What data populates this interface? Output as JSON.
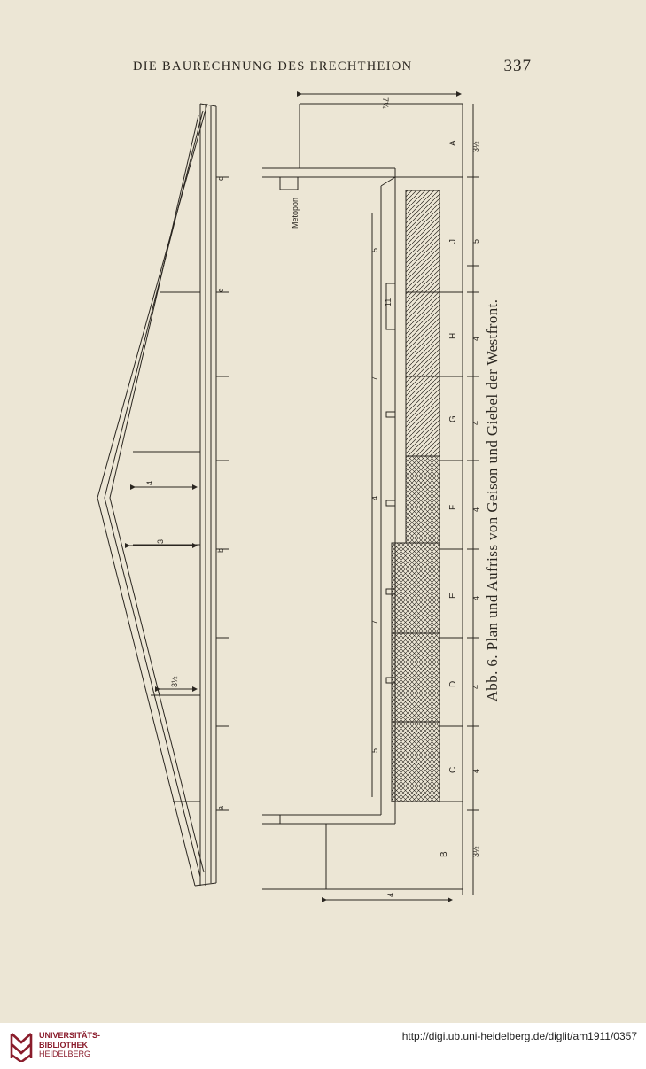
{
  "header": {
    "running_title": "DIE BAURECHNUNG DES ERECHTHEION",
    "page_number": "337"
  },
  "figure": {
    "caption": "Abb. 6. Plan und Aufriss von Geison und Giebel der Westfront.",
    "pediment_letters": [
      "d",
      "c",
      "b",
      "a"
    ],
    "pediment_dims": [
      "4",
      "3",
      "3½"
    ],
    "top_dim": "7¼",
    "right_dims": [
      "3½",
      "5",
      "4",
      "4",
      "4",
      "4",
      "4",
      "4",
      "3½"
    ],
    "block_letters": [
      "A",
      "J",
      "H",
      "G",
      "F",
      "E",
      "D",
      "C",
      "B"
    ],
    "inner_dims": [
      "5",
      "11",
      "7",
      "4",
      "7",
      "5"
    ],
    "metopon_label": "Metopon",
    "small_dim": "4"
  },
  "footer": {
    "library_line1": "UNIVERSITÄTS-",
    "library_line2": "BIBLIOTHEK",
    "library_line3": "HEIDELBERG",
    "url": "http://digi.ub.uni-heidelberg.de/diglit/am1911/0357"
  },
  "colors": {
    "ink": "#2a2620",
    "paper": "#ece6d5",
    "library_red": "#8a1c2b"
  }
}
